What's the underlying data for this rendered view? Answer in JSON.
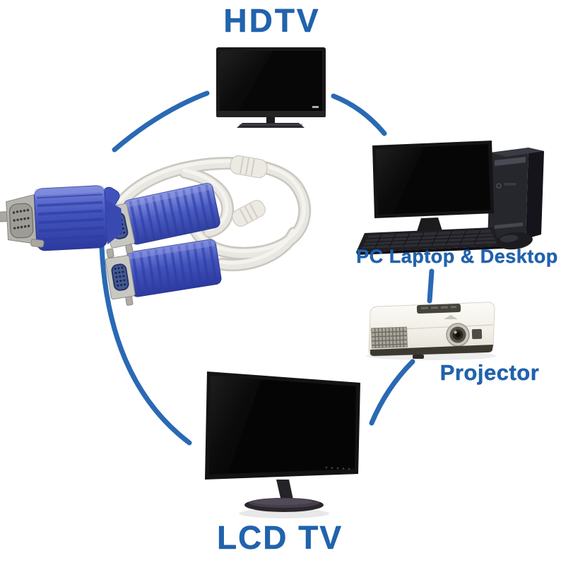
{
  "title": "VGA splitter cable connection diagram",
  "labels": {
    "hdtv": "HDTV",
    "pc": "PC Laptop & Desktop",
    "projector": "Projector",
    "lcd_tv": "LCD TV"
  },
  "colors": {
    "label_text": "#2063ae",
    "connection_line": "#2a69b4",
    "vga_connector_blue": "#4254bc",
    "cable_white": "#e8e7e1",
    "device_black": "#131313",
    "projector_body": "#f2f0e8",
    "background": "#ffffff"
  },
  "diagram": {
    "center_object": "dual VGA splitter cable (1 male to 2 female connectors)",
    "connections": [
      {
        "from": "splitter-cable",
        "to": "HDTV"
      },
      {
        "from": "HDTV",
        "to": "PC Laptop & Desktop"
      },
      {
        "from": "PC Laptop & Desktop",
        "to": "Projector"
      },
      {
        "from": "Projector",
        "to": "LCD TV"
      },
      {
        "from": "splitter-cable",
        "to": "LCD TV"
      }
    ]
  }
}
